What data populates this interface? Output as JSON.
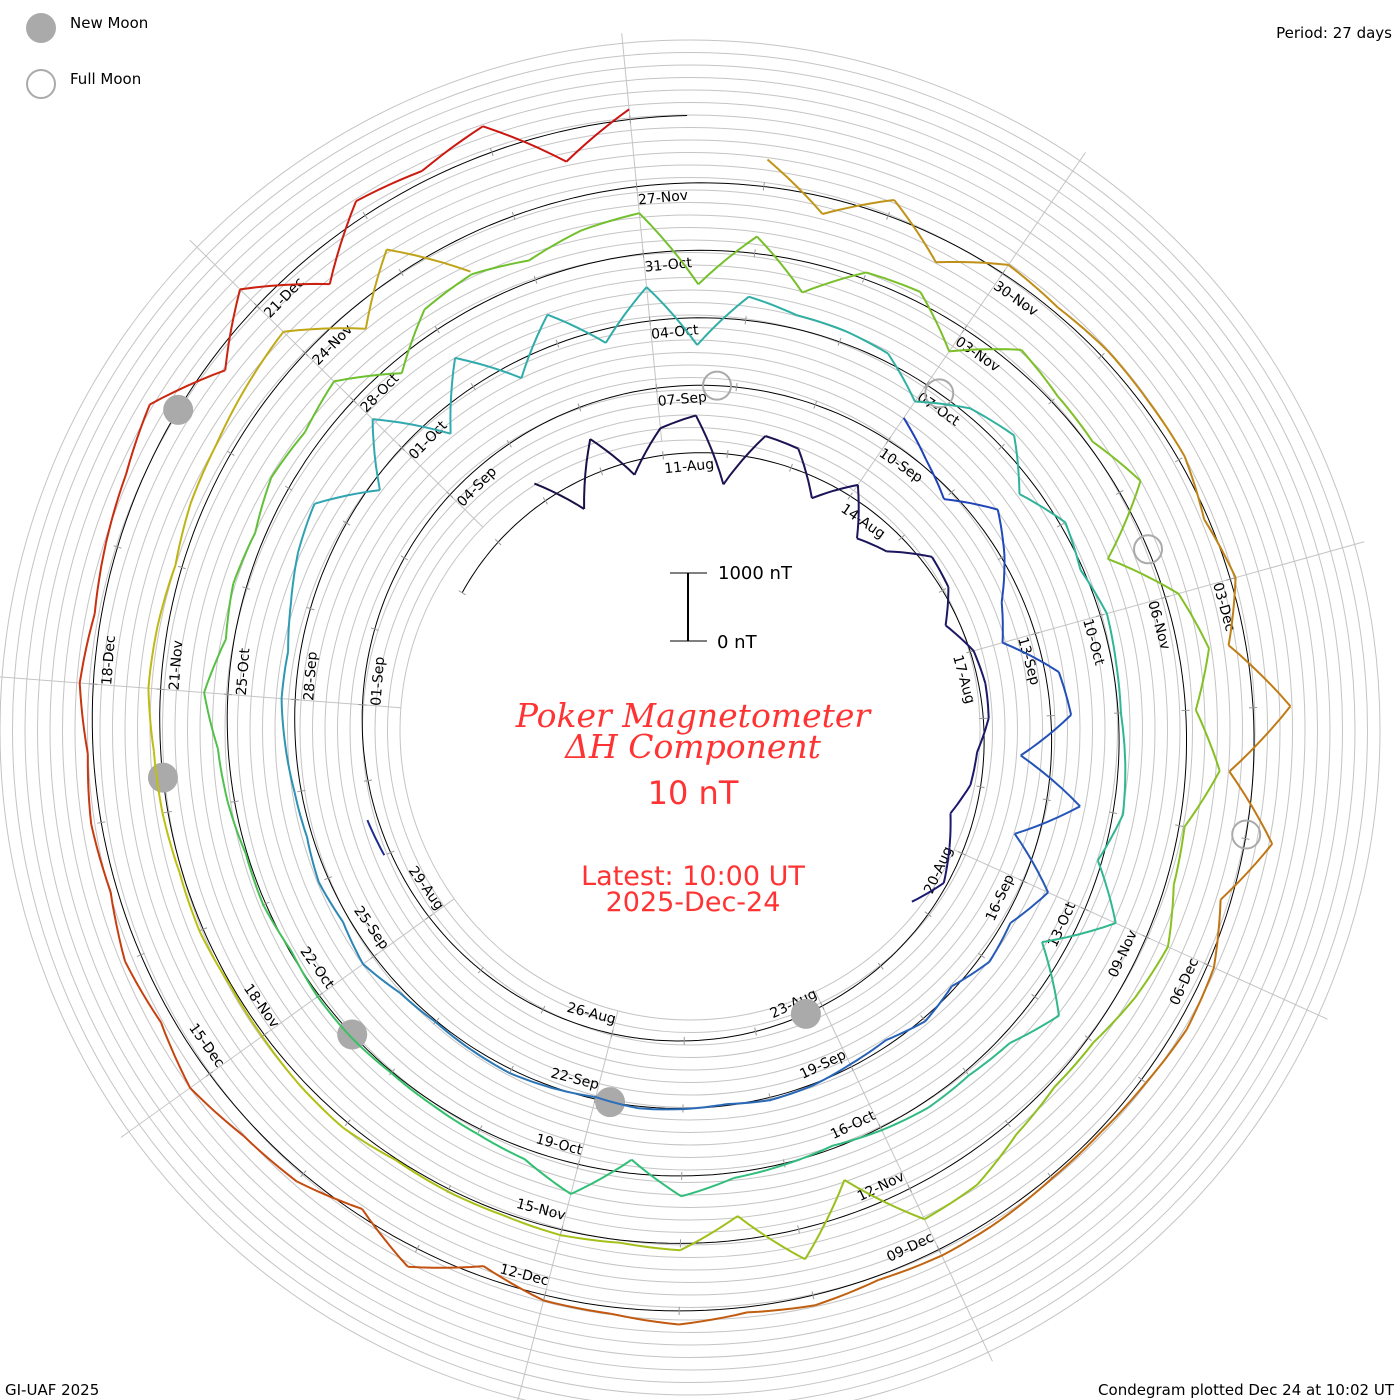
{
  "legend": {
    "new_moon_label": "New Moon",
    "full_moon_label": "Full Moon",
    "new_moon_color": "#aaaaaa",
    "full_moon_color": "#aaaaaa"
  },
  "header": {
    "period": "Period: 27 days"
  },
  "footer": {
    "credit": "GI-UAF 2025",
    "plotted": "Condegram plotted Dec 24 at 10:02 UT"
  },
  "center": {
    "title_line1": "Poker Magnetometer",
    "title_line2": "ΔH Component",
    "resolution": "10 nT",
    "latest_line1": "Latest: 10:00 UT",
    "latest_line2": "2025-Dec-24",
    "title_color": "#ff3333",
    "scale_top_label": "1000 nT",
    "scale_bottom_label": "0 nT"
  },
  "chart_data": {
    "type": "line",
    "subtype": "condegram-spiral",
    "title": "Poker Magnetometer ΔH Component",
    "units": "nT",
    "period_days": 27,
    "scale_bar_nT": [
      0,
      1000
    ],
    "reference_date": "2025-08-11",
    "latest": "2025-12-24 10:00",
    "baseline_start": "2025-08-07",
    "date_labels": {
      "start": "2025-08-11",
      "every_days": 3,
      "items": [
        "11-Aug",
        "14-Aug",
        "17-Aug",
        "20-Aug",
        "23-Aug",
        "26-Aug",
        "29-Aug",
        "01-Sep",
        "04-Sep",
        "07-Sep",
        "10-Sep",
        "13-Sep",
        "16-Sep",
        "19-Sep",
        "22-Sep",
        "25-Sep",
        "28-Sep",
        "01-Oct",
        "04-Oct",
        "07-Oct",
        "10-Oct",
        "13-Oct",
        "16-Oct",
        "19-Oct",
        "22-Oct",
        "25-Oct",
        "28-Oct",
        "31-Oct",
        "03-Nov",
        "06-Nov",
        "09-Nov",
        "12-Nov",
        "15-Nov",
        "18-Nov",
        "21-Nov",
        "24-Nov",
        "27-Nov",
        "30-Nov",
        "03-Dec",
        "06-Dec",
        "09-Dec",
        "12-Dec",
        "15-Dec",
        "18-Dec",
        "21-Dec"
      ]
    },
    "moons": {
      "new": [
        "2025-08-23 06:06",
        "2025-09-21 19:54",
        "2025-10-21 12:25",
        "2025-11-20 06:47",
        "2025-12-20 01:43"
      ],
      "full": [
        "2025-09-07 18:09",
        "2025-10-07 03:48",
        "2025-11-05 13:19",
        "2025-12-04 23:14"
      ]
    },
    "color_stops": [
      {
        "date": "2025-08-09",
        "color": "#1a1045"
      },
      {
        "date": "2025-08-20",
        "color": "#1c1a70"
      },
      {
        "date": "2025-09-10",
        "color": "#2040b8"
      },
      {
        "date": "2025-09-22",
        "color": "#2a70b8"
      },
      {
        "date": "2025-10-01",
        "color": "#30aab0"
      },
      {
        "date": "2025-10-13",
        "color": "#30b890"
      },
      {
        "date": "2025-10-20",
        "color": "#30c070"
      },
      {
        "date": "2025-10-28",
        "color": "#6cc030"
      },
      {
        "date": "2025-11-10",
        "color": "#8cc020"
      },
      {
        "date": "2025-11-20",
        "color": "#c0c010"
      },
      {
        "date": "2025-11-24",
        "color": "#c0a818"
      },
      {
        "date": "2025-12-01",
        "color": "#c08a18"
      },
      {
        "date": "2025-12-10",
        "color": "#c06010"
      },
      {
        "date": "2025-12-17",
        "color": "#c83a10"
      },
      {
        "date": "2025-12-24",
        "color": "#cc1010"
      }
    ],
    "sample_hours": [
      0,
      12
    ],
    "series_dH": {
      "2025-08-09": [
        300,
        -400
      ],
      "2025-08-10": [
        500,
        -200
      ],
      "2025-08-11": [
        400,
        550
      ],
      "2025-08-12": [
        -450,
        350
      ],
      "2025-08-13": [
        300,
        -300
      ],
      "2025-08-14": [
        200,
        -450
      ],
      "2025-08-15": [
        -300,
        150
      ],
      "2025-08-16": [
        100,
        -200
      ],
      "2025-08-17": [
        50,
        100
      ],
      "2025-08-18": [
        80,
        -100
      ],
      "2025-08-19": [
        -150,
        -350
      ],
      "2025-08-20": [
        -200,
        -50
      ],
      "2025-08-21": [
        -300,
        null
      ],
      "2025-08-30": [
        100,
        150
      ],
      "2025-09-10": [
        400,
        100
      ],
      "2025-09-11": [
        -150,
        350
      ],
      "2025-09-12": [
        50,
        -300
      ],
      "2025-09-13": [
        -500,
        200
      ],
      "2025-09-14": [
        300,
        -450
      ],
      "2025-09-15": [
        500,
        -350
      ],
      "2025-09-16": [
        400,
        100
      ],
      "2025-09-17": [
        150,
        -50
      ],
      "2025-09-18": [
        50,
        -80
      ],
      "2025-09-19": [
        -40,
        20
      ],
      "2025-09-20": [
        40,
        -20
      ],
      "2025-09-21": [
        10,
        30
      ],
      "2025-09-22": [
        -30,
        20
      ],
      "2025-09-23": [
        60,
        40
      ],
      "2025-09-24": [
        20,
        60
      ],
      "2025-09-25": [
        200,
        100
      ],
      "2025-09-26": [
        150,
        80
      ],
      "2025-09-27": [
        100,
        150
      ],
      "2025-09-28": [
        200,
        180
      ],
      "2025-09-29": [
        300,
        450
      ],
      "2025-09-30": [
        550,
        -150
      ],
      "2025-10-01": [
        600,
        -350
      ],
      "2025-10-02": [
        500,
        -250
      ],
      "2025-10-03": [
        450,
        -200
      ],
      "2025-10-04": [
        500,
        -400
      ],
      "2025-10-05": [
        350,
        200
      ],
      "2025-10-06": [
        180,
        120
      ],
      "2025-10-07": [
        -300,
        100
      ],
      "2025-10-08": [
        250,
        -250
      ],
      "2025-10-09": [
        80,
        -40
      ],
      "2025-10-10": [
        100,
        60
      ],
      "2025-10-11": [
        40,
        100
      ],
      "2025-10-12": [
        150,
        -60
      ],
      "2025-10-13": [
        500,
        -350
      ],
      "2025-10-14": [
        450,
        150
      ],
      "2025-10-15": [
        80,
        100
      ],
      "2025-10-16": [
        40,
        -40
      ],
      "2025-10-17": [
        20,
        80
      ],
      "2025-10-18": [
        300,
        -200
      ],
      "2025-10-19": [
        450,
        150
      ],
      "2025-10-20": [
        80,
        40
      ],
      "2025-10-21": [
        20,
        40
      ],
      "2025-10-22": [
        30,
        -20
      ],
      "2025-10-23": [
        40,
        20
      ],
      "2025-10-24": [
        100,
        150
      ],
      "2025-10-25": [
        350,
        120
      ],
      "2025-10-26": [
        200,
        150
      ],
      "2025-10-27": [
        300,
        250
      ],
      "2025-10-28": [
        400,
        -200
      ],
      "2025-10-29": [
        350,
        450
      ],
      "2025-10-30": [
        300,
        500
      ],
      "2025-10-31": [
        600,
        -500
      ],
      "2025-11-01": [
        250,
        -450
      ],
      "2025-11-02": [
        100,
        150
      ],
      "2025-11-03": [
        -400,
        250
      ],
      "2025-11-04": [
        120,
        80
      ],
      "2025-11-05": [
        350,
        -600
      ],
      "2025-11-06": [
        200,
        450
      ],
      "2025-11-07": [
        150,
        500
      ],
      "2025-11-08": [
        80,
        120
      ],
      "2025-11-09": [
        350,
        250
      ],
      "2025-11-10": [
        100,
        80
      ],
      "2025-11-11": [
        200,
        450
      ],
      "2025-11-12": [
        500,
        -500
      ],
      "2025-11-13": [
        450,
        -350
      ],
      "2025-11-14": [
        100,
        40
      ],
      "2025-11-15": [
        80,
        40
      ],
      "2025-11-16": [
        40,
        20
      ],
      "2025-11-17": [
        100,
        80
      ],
      "2025-11-18": [
        40,
        20
      ],
      "2025-11-19": [
        60,
        40
      ],
      "2025-11-20": [
        80,
        100
      ],
      "2025-11-21": [
        180,
        150
      ],
      "2025-11-22": [
        100,
        200
      ],
      "2025-11-23": [
        250,
        350
      ],
      "2025-11-24": [
        450,
        -350
      ],
      "2025-11-25": [
        400,
        -500
      ],
      "2025-11-28": [
        400,
        -250
      ],
      "2025-11-29": [
        250,
        -350
      ],
      "2025-11-30": [
        150,
        80
      ],
      "2025-12-01": [
        120,
        100
      ],
      "2025-12-02": [
        100,
        -60
      ],
      "2025-12-03": [
        80,
        -250
      ],
      "2025-12-04": [
        550,
        -350
      ],
      "2025-12-05": [
        400,
        -150
      ],
      "2025-12-06": [
        100,
        150
      ],
      "2025-12-07": [
        80,
        40
      ],
      "2025-12-08": [
        40,
        80
      ],
      "2025-12-09": [
        100,
        60
      ],
      "2025-12-10": [
        150,
        80
      ],
      "2025-12-11": [
        200,
        100
      ],
      "2025-12-12": [
        80,
        -150
      ],
      "2025-12-13": [
        300,
        -100
      ],
      "2025-12-14": [
        150,
        200
      ],
      "2025-12-15": [
        350,
        180
      ],
      "2025-12-16": [
        250,
        100
      ],
      "2025-12-17": [
        150,
        80
      ],
      "2025-12-18": [
        200,
        100
      ],
      "2025-12-19": [
        180,
        250
      ],
      "2025-12-20": [
        400,
        -250
      ],
      "2025-12-21": [
        350,
        -500
      ],
      "2025-12-22": [
        250,
        150
      ],
      "2025-12-23": [
        400,
        -450
      ],
      "2025-12-24": [
        150
      ]
    }
  }
}
